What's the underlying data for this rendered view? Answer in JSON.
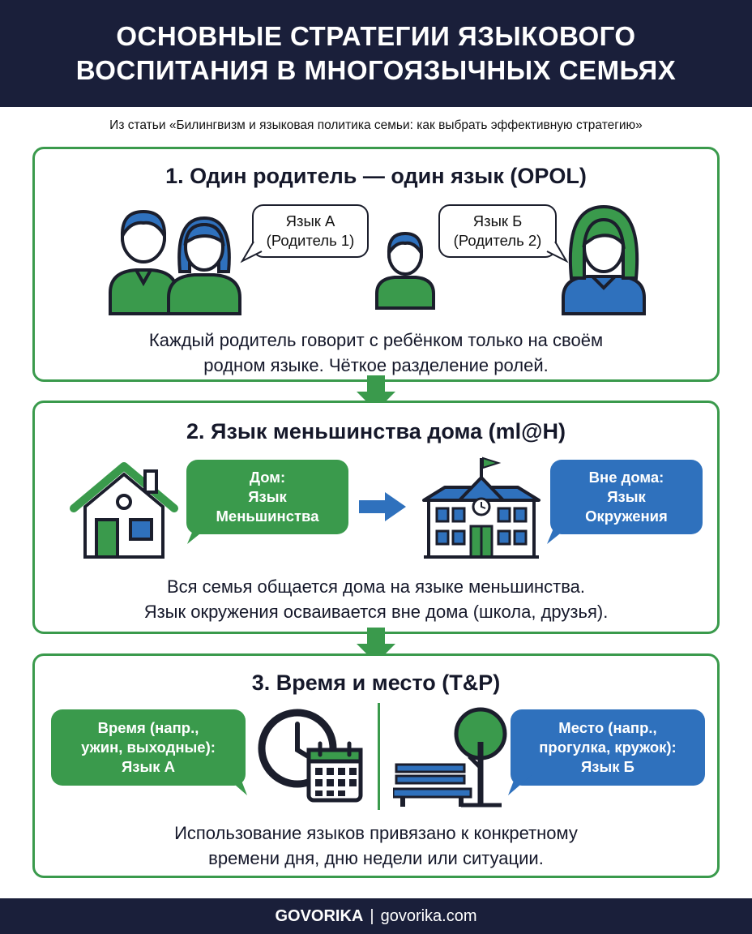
{
  "header": {
    "title_line1": "ОСНОВНЫЕ СТРАТЕГИИ ЯЗЫКОВОГО",
    "title_line2": "ВОСПИТАНИЯ В МНОГОЯЗЫЧНЫХ СЕМЬЯХ"
  },
  "source": "Из статьи «Билингвизм и языковая политика семьи: как выбрать эффективную стратегию»",
  "sections": [
    {
      "title": "1. Один родитель — один язык (OPOL)",
      "bubble_a": [
        "Язык А",
        "(Родитель 1)"
      ],
      "bubble_b": [
        "Язык Б",
        "(Родитель 2)"
      ],
      "desc": [
        "Каждый родитель говорит с ребёнком только на своём",
        "родном языке. Чёткое разделение ролей."
      ]
    },
    {
      "title": "2. Язык меньшинства дома (ml@H)",
      "bubble_home": [
        "Дом:",
        "Язык",
        "Меньшинства"
      ],
      "bubble_out": [
        "Вне дома:",
        "Язык",
        "Окружения"
      ],
      "desc": [
        "Вся семья общается дома на языке меньшинства.",
        "Язык окружения осваивается вне дома (школа, друзья)."
      ]
    },
    {
      "title": "3. Время и место (T&P)",
      "bubble_time": [
        "Время (напр.,",
        "ужин, выходные):",
        "Язык А"
      ],
      "bubble_place": [
        "Место (напр.,",
        "прогулка, кружок):",
        "Язык Б"
      ],
      "desc": [
        "Использование языков привязано к конкретному",
        "времени дня, дню недели или ситуации."
      ]
    }
  ],
  "footer": {
    "brand": "GOVORIKA",
    "separator": "|",
    "site": "govorika.com"
  },
  "colors": {
    "navy": "#1a1f3a",
    "green": "#3a9a4c",
    "blue": "#2f71bd"
  }
}
